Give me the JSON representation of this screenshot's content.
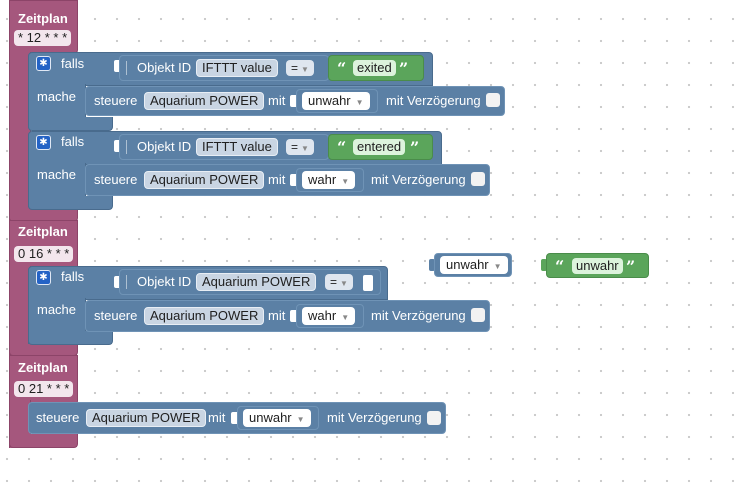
{
  "colors": {
    "schedule": "#a5577d",
    "logic": "#5b80a5",
    "string": "#5ba55b",
    "gear": "#2463c6"
  },
  "blocks": {
    "schedule_label": "Zeitplan",
    "if_label": "falls",
    "do_label": "mache",
    "object_id_label": "Objekt ID",
    "control_label": "steuere",
    "with_label": "mit",
    "delay_label": "mit Verzögerung",
    "quote_open": "“",
    "quote_close": "”"
  },
  "schedules": [
    {
      "cron": "* 12 * * *",
      "conditions": [
        {
          "object": "IFTTT value",
          "operator": "=",
          "value": "exited",
          "action_object": "Aquarium POWER",
          "action_value": "unwahr"
        },
        {
          "object": "IFTTT value",
          "operator": "=",
          "value": "entered",
          "action_object": "Aquarium POWER",
          "action_value": "wahr"
        }
      ]
    },
    {
      "cron": "0 16 * * *",
      "conditions": [
        {
          "object": "Aquarium POWER",
          "operator": "=",
          "action_object": "Aquarium POWER",
          "action_value": "wahr"
        }
      ]
    },
    {
      "cron": "0 21 * * *",
      "action_object": "Aquarium POWER",
      "action_value": "unwahr"
    }
  ],
  "loose_blocks": {
    "boolean_value": "unwahr",
    "string_value": "unwahr"
  }
}
